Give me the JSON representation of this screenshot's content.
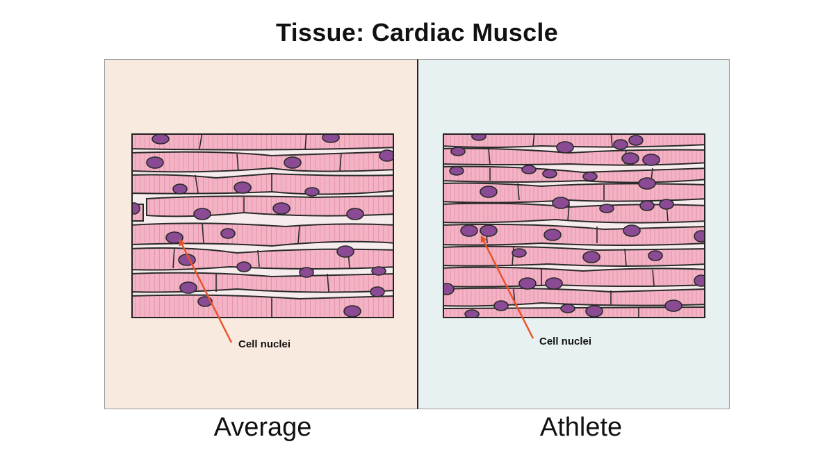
{
  "title": "Tissue: Cardiac Muscle",
  "colors": {
    "average_bg": "#f9eae0",
    "athlete_bg": "#e8f1f2",
    "cell_fill": "#f4b3c4",
    "cell_stroke": "#2a2a2a",
    "nucleus_fill": "#8a4a94",
    "interstitial": "#f6ecec",
    "arrow": "#e8542a"
  },
  "panels": [
    {
      "id": "average",
      "label": "Average",
      "callout": "Cell nuclei",
      "nuclei_count_visible": 22
    },
    {
      "id": "athlete",
      "label": "Athlete",
      "callout": "Cell nuclei",
      "nuclei_count_visible": 34
    }
  ]
}
